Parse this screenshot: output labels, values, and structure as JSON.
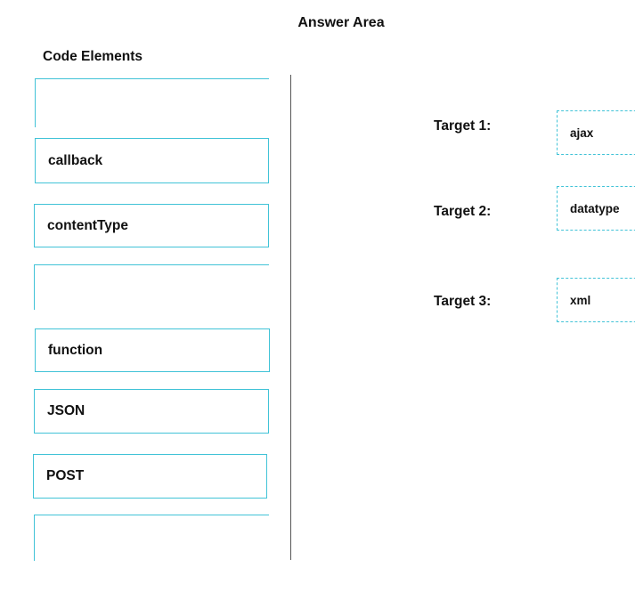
{
  "header": {
    "title": "Answer Area",
    "section_title": "Code Elements"
  },
  "code_elements": [
    {
      "label": ""
    },
    {
      "label": "callback"
    },
    {
      "label": "contentType"
    },
    {
      "label": ""
    },
    {
      "label": "function"
    },
    {
      "label": "JSON"
    },
    {
      "label": "POST"
    },
    {
      "label": ""
    }
  ],
  "targets": [
    {
      "label": "Target 1:",
      "value": "ajax"
    },
    {
      "label": "Target 2:",
      "value": "datatype"
    },
    {
      "label": "Target  3:",
      "value": "xml"
    }
  ],
  "colors": {
    "border_accent": "#41c3d7",
    "divider": "#555555",
    "text": "#111111"
  }
}
